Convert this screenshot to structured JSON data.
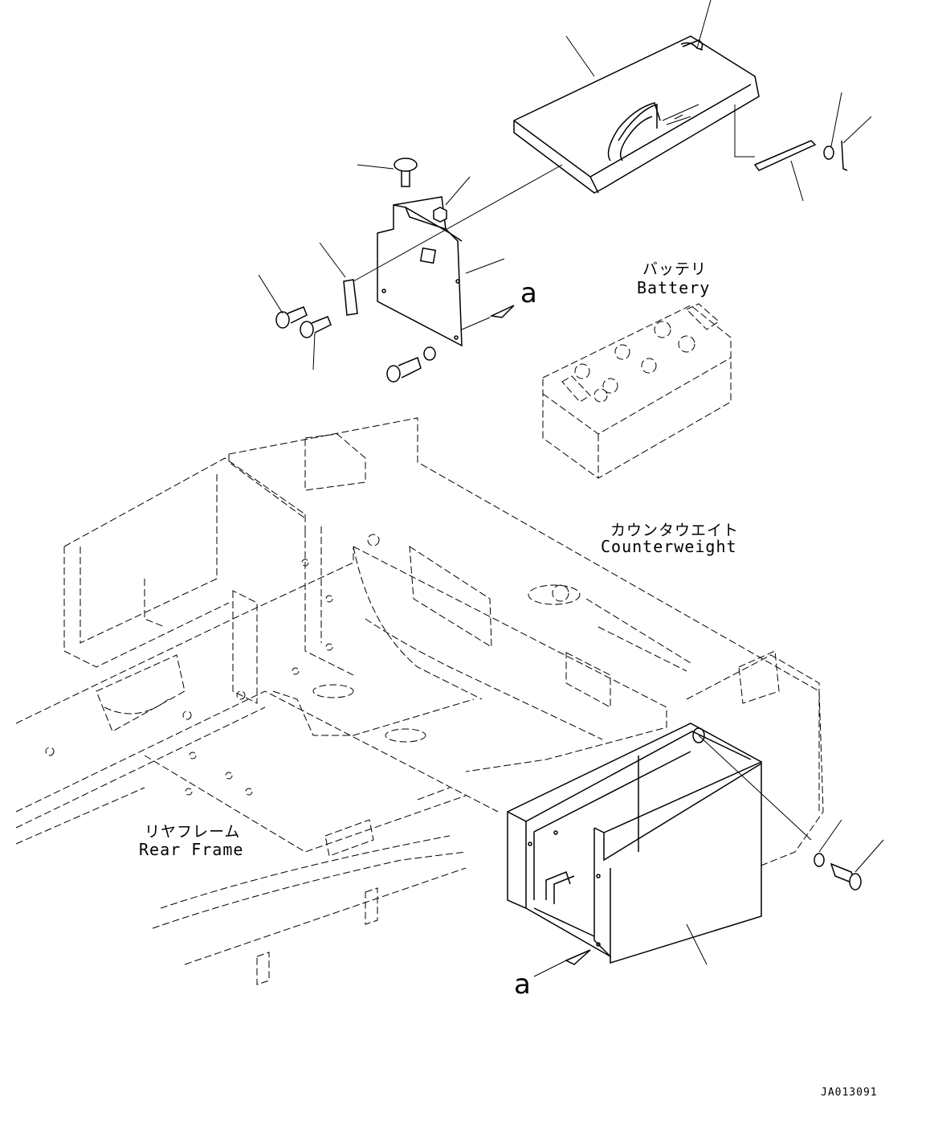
{
  "labels": {
    "battery_jp": "バッテリ",
    "battery_en": "Battery",
    "counterweight_jp": "カウンタウエイト",
    "counterweight_en": "Counterweight",
    "rear_frame_jp": "リヤフレーム",
    "rear_frame_en": "Rear Frame",
    "view_a_top": "a",
    "view_a_bottom": "a",
    "drawing_code": "JA013091"
  }
}
